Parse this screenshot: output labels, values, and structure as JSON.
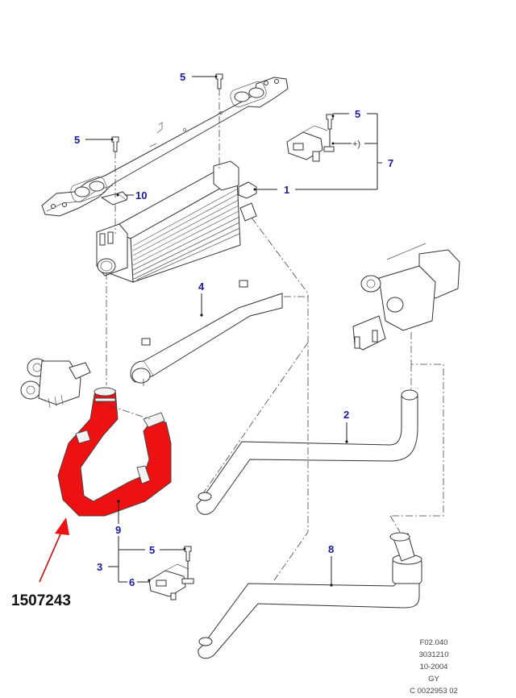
{
  "diagram": {
    "title": "Intercooler and charge air hoses – exploded parts view",
    "highlight_color": "#ee1111",
    "callout_color": "#1a1a9a",
    "highlighted_part": {
      "part_number": "1507243",
      "callout": "9",
      "description": "Intercooler hose (highlighted red)"
    },
    "callouts": {
      "bolt_top": "5",
      "bolt_left": "5",
      "sensor_bolt": "5",
      "sensor_group": "7",
      "intercooler": "1",
      "bracket": "10",
      "pipe_4": "4",
      "hose_2": "2",
      "hose_9": "9",
      "group_3": "3",
      "bolt_lower": "5",
      "sensor_lower": "6",
      "hose_8": "8"
    },
    "sensor_plus_label": "+)",
    "reference_block": [
      "F02.040",
      "3031210",
      "10-2004",
      "GY",
      "C 0022953 02"
    ]
  }
}
